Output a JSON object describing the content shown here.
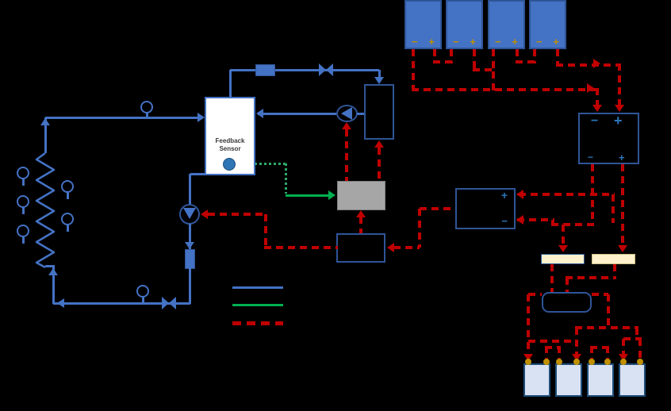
{
  "symbols": {
    "minus": "−",
    "plus": "+"
  },
  "tank": {
    "label_line1": "Feedback",
    "label_line2": "Sensor"
  },
  "solar_array": {
    "panel_count": 4
  },
  "battery_bank": {
    "battery_count": 4
  },
  "colors": {
    "background": "#000000",
    "pipe_blue": "#4472c4",
    "wire_red": "#c00000",
    "sensor_green": "#00b050",
    "terminal_gold": "#c09000",
    "bus_bar_beige": "#fff2cc",
    "battery_fill": "#d9e2f3",
    "controller_gray": "#a6a6a6",
    "tank_fill": "#ffffff"
  },
  "legend": {
    "entries": [
      {
        "id": "pipe-line",
        "color": "#4472c4",
        "style": "solid"
      },
      {
        "id": "sensor-signal-line",
        "color": "#00b050",
        "style": "solid"
      },
      {
        "id": "power-wire-line",
        "color": "#c00000",
        "style": "dashed"
      }
    ]
  }
}
